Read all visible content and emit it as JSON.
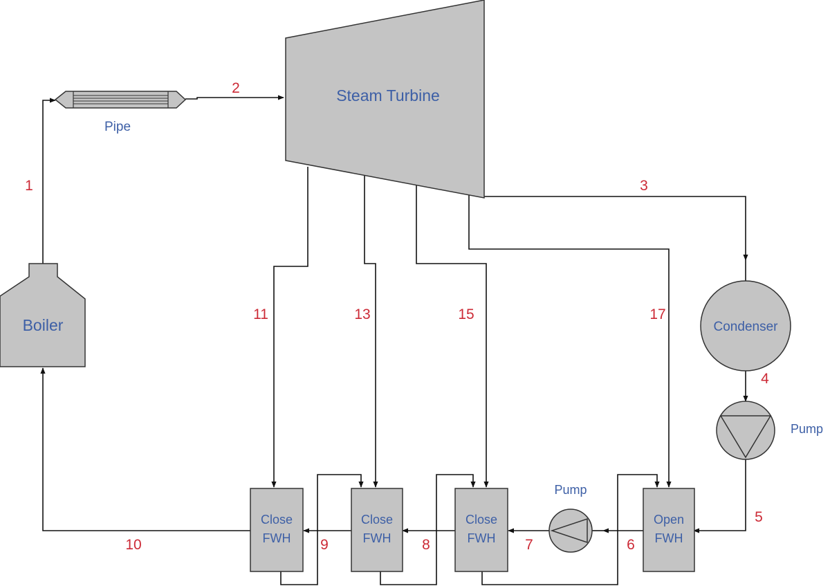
{
  "components": {
    "boiler": "Boiler",
    "pipe": "Pipe",
    "turbine": "Steam Turbine",
    "condenser": "Condenser",
    "pump_right": "Pump",
    "pump_middle": "Pump",
    "fwh1": [
      "Close",
      "FWH"
    ],
    "fwh2": [
      "Close",
      "FWH"
    ],
    "fwh3": [
      "Close",
      "FWH"
    ],
    "fwh4": [
      "Open",
      "FWH"
    ]
  },
  "state_points": [
    "1",
    "2",
    "3",
    "4",
    "5",
    "6",
    "7",
    "8",
    "9",
    "10",
    "11",
    "13",
    "15",
    "17"
  ],
  "colors": {
    "component_fill": "#c4c4c4",
    "component_label": "#3d5fa6",
    "state_label": "#cc2a36",
    "line": "#111111"
  }
}
